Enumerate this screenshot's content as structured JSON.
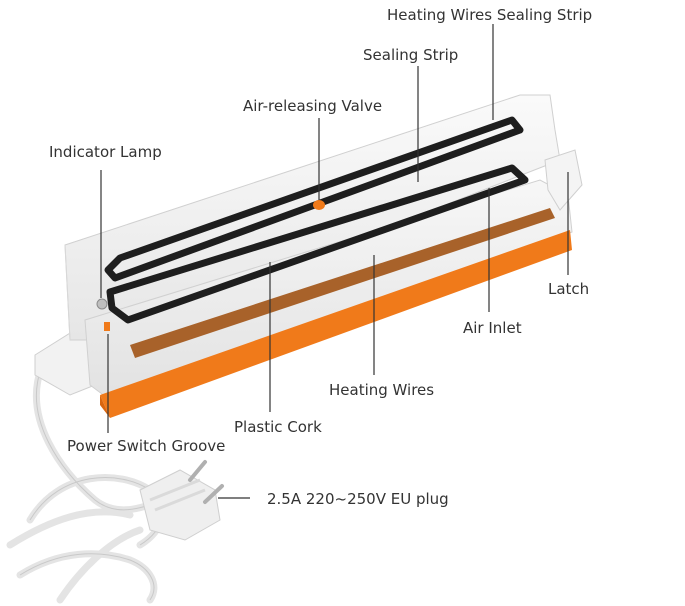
{
  "labels": {
    "heating_wires_sealing_strip": "Heating Wires Sealing Strip",
    "sealing_strip": "Sealing Strip",
    "air_releasing_valve": "Air-releasing Valve",
    "indicator_lamp": "Indicator Lamp",
    "latch": "Latch",
    "air_inlet": "Air Inlet",
    "heating_wires": "Heating Wires",
    "plastic_cork": "Plastic Cork",
    "power_switch_groove": "Power Switch Groove",
    "plug": "2.5A 220~250V EU plug"
  },
  "colors": {
    "accent_orange": "#f07a1a",
    "body_white": "#f4f4f4",
    "gasket_black": "#1e1e1e",
    "heating_strip_brown": "#a8622a",
    "text": "#333333",
    "leader_line": "#333333"
  }
}
